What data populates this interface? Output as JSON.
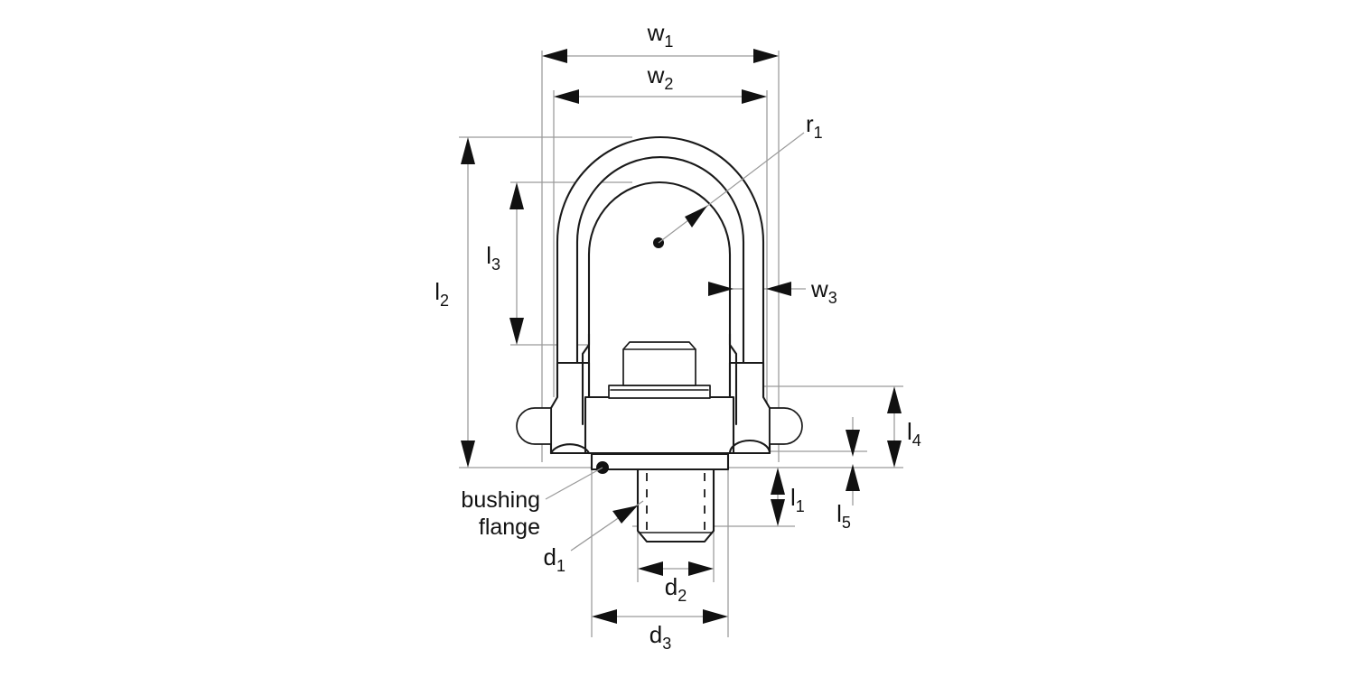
{
  "drawing": {
    "title": "Swivel Hoist Ring Dimensioned Engineering Drawing",
    "background_color": "#ffffff",
    "line_color": "#1a1a1a",
    "dimension_color": "#9a9a9a",
    "text_color": "#111111"
  },
  "dimensions": {
    "w1": {
      "symbol": "w",
      "subscript": "1",
      "text": "w1"
    },
    "w2": {
      "symbol": "w",
      "subscript": "2",
      "text": "w2"
    },
    "w3": {
      "symbol": "w",
      "subscript": "3",
      "text": "w3"
    },
    "l1": {
      "symbol": "l",
      "subscript": "1",
      "text": "l1"
    },
    "l2": {
      "symbol": "l",
      "subscript": "2",
      "text": "l2"
    },
    "l3": {
      "symbol": "l",
      "subscript": "3",
      "text": "l3"
    },
    "l4": {
      "symbol": "l",
      "subscript": "4",
      "text": "l4"
    },
    "l5": {
      "symbol": "l",
      "subscript": "5",
      "text": "l5"
    },
    "r1": {
      "symbol": "r",
      "subscript": "1",
      "text": "r1"
    },
    "d1": {
      "symbol": "d",
      "subscript": "1",
      "text": "d1"
    },
    "d2": {
      "symbol": "d",
      "subscript": "2",
      "text": "d2"
    },
    "d3": {
      "symbol": "d",
      "subscript": "3",
      "text": "d3"
    }
  },
  "annotations": {
    "bushing_flange_line1": "bushing",
    "bushing_flange_line2": "flange"
  },
  "icons": {
    "radius_center": "center-point-dot",
    "bushing_pointer": "leader-dot"
  }
}
